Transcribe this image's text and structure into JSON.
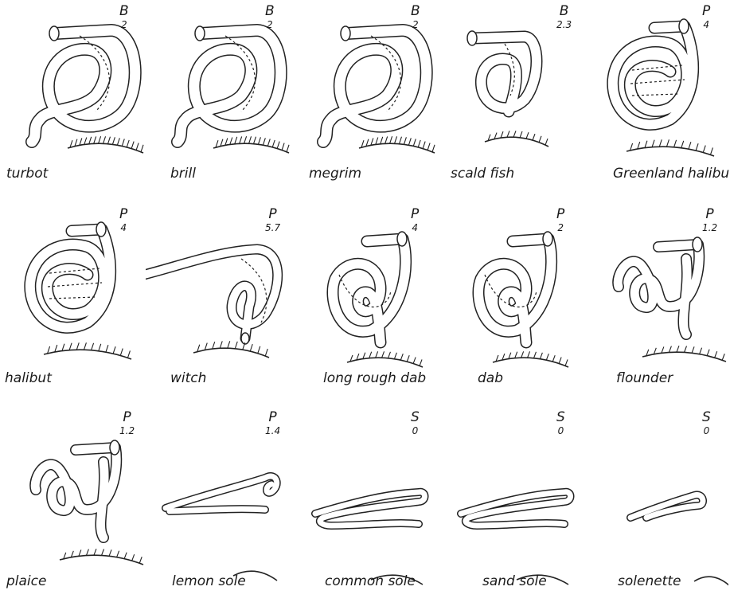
{
  "species": [
    {
      "key": "turbot",
      "name": "turbot",
      "letter": "B",
      "num": "2",
      "shape": "coil"
    },
    {
      "key": "brill",
      "name": "brill",
      "letter": "B",
      "num": "2",
      "shape": "coil"
    },
    {
      "key": "megrim",
      "name": "megrim",
      "letter": "B",
      "num": "2",
      "shape": "coil"
    },
    {
      "key": "scald-fish",
      "name": "scald fish",
      "letter": "B",
      "num": "2.3",
      "shape": "coil-small"
    },
    {
      "key": "greenland-halibut",
      "name": "Greenland halibut",
      "letter": "P",
      "num": "4",
      "shape": "coil-multi"
    },
    {
      "key": "halibut",
      "name": "halibut",
      "letter": "P",
      "num": "4",
      "shape": "coil-multi"
    },
    {
      "key": "witch",
      "name": "witch",
      "letter": "P",
      "num": "5.7",
      "shape": "long-coil"
    },
    {
      "key": "long-rough-dab",
      "name": "long rough dab",
      "letter": "P",
      "num": "4",
      "shape": "coil-loop"
    },
    {
      "key": "dab",
      "name": "dab",
      "letter": "P",
      "num": "2",
      "shape": "coil-loop"
    },
    {
      "key": "flounder",
      "name": "flounder",
      "letter": "P",
      "num": "1.2",
      "shape": "coil-s"
    },
    {
      "key": "plaice",
      "name": "plaice",
      "letter": "P",
      "num": "1.2",
      "shape": "coil-s"
    },
    {
      "key": "lemon-sole",
      "name": "lemon sole",
      "letter": "P",
      "num": "1.4",
      "shape": "flat-hook"
    },
    {
      "key": "common-sole",
      "name": "common sole",
      "letter": "S",
      "num": "0",
      "shape": "flat-zigzag"
    },
    {
      "key": "sand-sole",
      "name": "sand sole",
      "letter": "S",
      "num": "0",
      "shape": "flat-zigzag"
    },
    {
      "key": "solenette",
      "name": "solenette",
      "letter": "S",
      "num": "0",
      "shape": "flat-small"
    }
  ]
}
